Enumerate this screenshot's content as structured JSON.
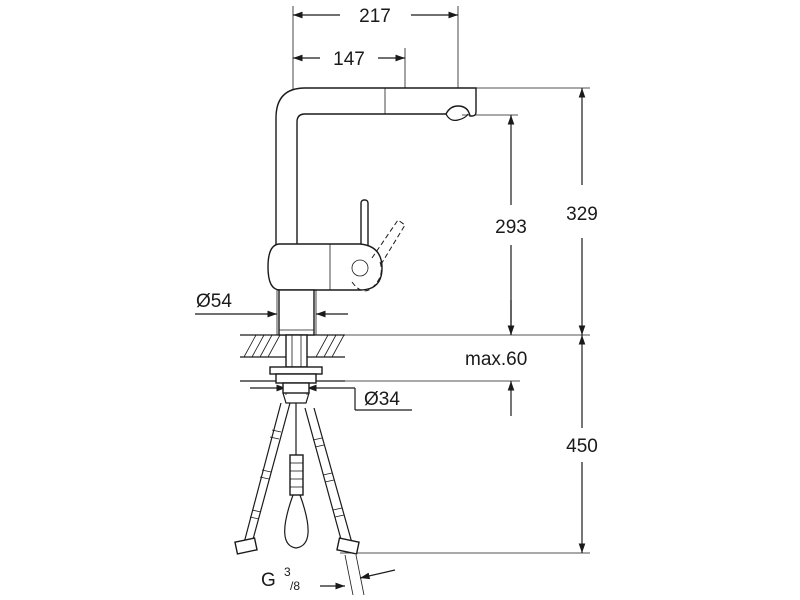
{
  "dimensions": {
    "width_total": "217",
    "width_spout": "147",
    "height_total": "329",
    "height_outlet": "293",
    "diameter_base": "Ø54",
    "deck_thickness": "max.60",
    "diameter_hole": "Ø34",
    "hose_length": "450",
    "thread_prefix": "G",
    "thread_num": "3",
    "thread_den": "/8"
  },
  "colors": {
    "line": "#1a1a1a",
    "background": "#ffffff"
  }
}
